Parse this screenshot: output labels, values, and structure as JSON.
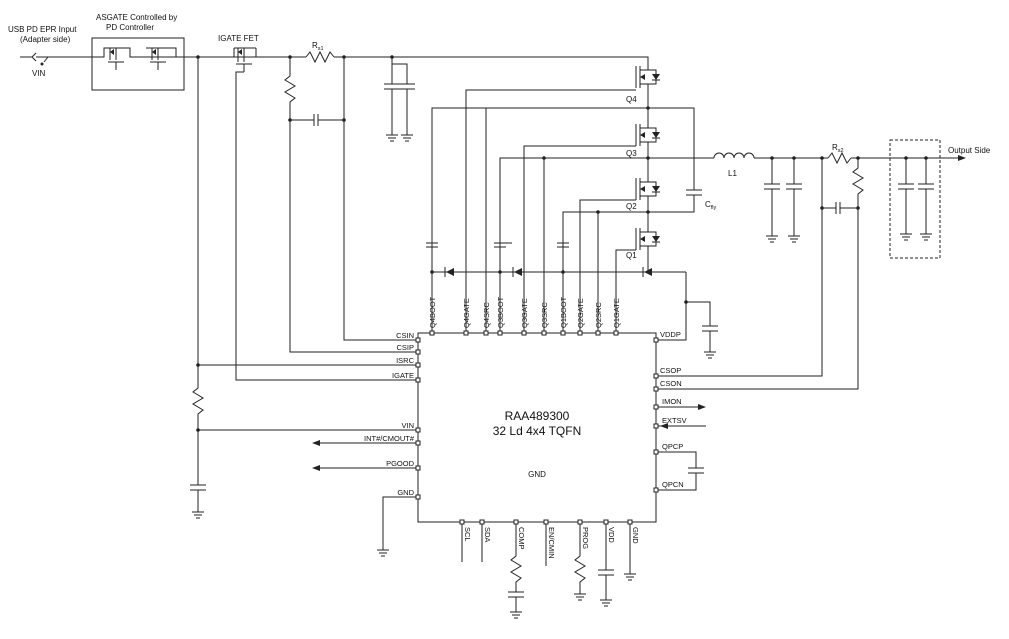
{
  "top": {
    "usb_input": "USB PD EPR Input",
    "adapter_side": "(Adapter side)",
    "vin": "VIN",
    "asgate_line1": "ASGATE Controlled by",
    "asgate_line2": "PD Controller",
    "igate_fet": "IGATE FET",
    "rs1": "R",
    "rs1_sub": "s1",
    "rs2": "R",
    "rs2_sub": "s2",
    "output_side": "Output Side",
    "l1": "L1",
    "cfly": "C",
    "cfly_sub": "fly"
  },
  "transistors": {
    "q4": "Q4",
    "q3": "Q3",
    "q2": "Q2",
    "q1": "Q1"
  },
  "ic": {
    "name": "RAA489300",
    "package": "32 Ld 4x4 TQFN",
    "gnd": "GND"
  },
  "pins": {
    "top": [
      "Q4BOOT",
      "Q4GATE",
      "Q4SRC",
      "Q3BOOT",
      "Q3GATE",
      "Q3SRC",
      "Q1BOOT",
      "Q2GATE",
      "Q2SRC",
      "Q1GATE"
    ],
    "left": [
      "CSIN",
      "CSIP",
      "ISRC",
      "IGATE",
      "VIN",
      "INT#/CMOUT#",
      "PGOOD",
      "GND"
    ],
    "right": [
      "VDDP",
      "CSOP",
      "CSON",
      "IMON",
      "EXTSV",
      "QPCP",
      "QPCN"
    ],
    "bottom": [
      "SCL",
      "SDA",
      "COMP",
      "EN/CMIN",
      "PROG",
      "VDD",
      "GND"
    ]
  }
}
